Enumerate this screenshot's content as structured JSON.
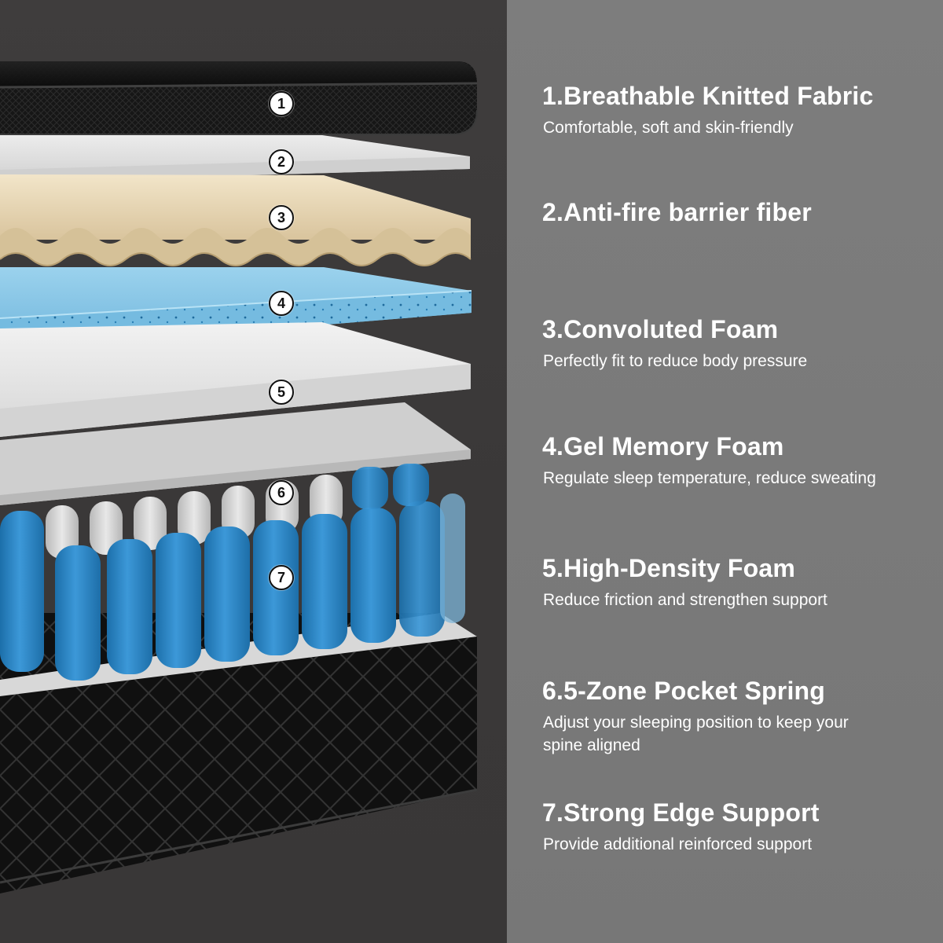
{
  "layer_markers": [
    "1",
    "2",
    "3",
    "4",
    "5",
    "6",
    "7"
  ],
  "features": [
    {
      "title": "1.Breathable Knitted Fabric",
      "description": "Comfortable, soft and skin-friendly"
    },
    {
      "title": "2.Anti-fire barrier fiber",
      "description": ""
    },
    {
      "title": "3.Convoluted Foam",
      "description": "Perfectly fit to reduce body pressure"
    },
    {
      "title": "4.Gel Memory Foam",
      "description": "Regulate sleep temperature, reduce sweating"
    },
    {
      "title": "5.High-Density Foam",
      "description": "Reduce friction and strengthen support"
    },
    {
      "title": "6.5-Zone Pocket Spring",
      "description": "Adjust your sleeping position to keep your spine aligned"
    },
    {
      "title": "7.Strong Edge Support",
      "description": "Provide additional reinforced support"
    }
  ],
  "colors": {
    "left_background": "#3b3939",
    "right_background": "#7b7b7b",
    "fabric_black": "#141414",
    "convoluted_foam": "#e2cfaa",
    "gel_foam": "#7ec3e4",
    "spring_blue": "#2f86c6"
  }
}
